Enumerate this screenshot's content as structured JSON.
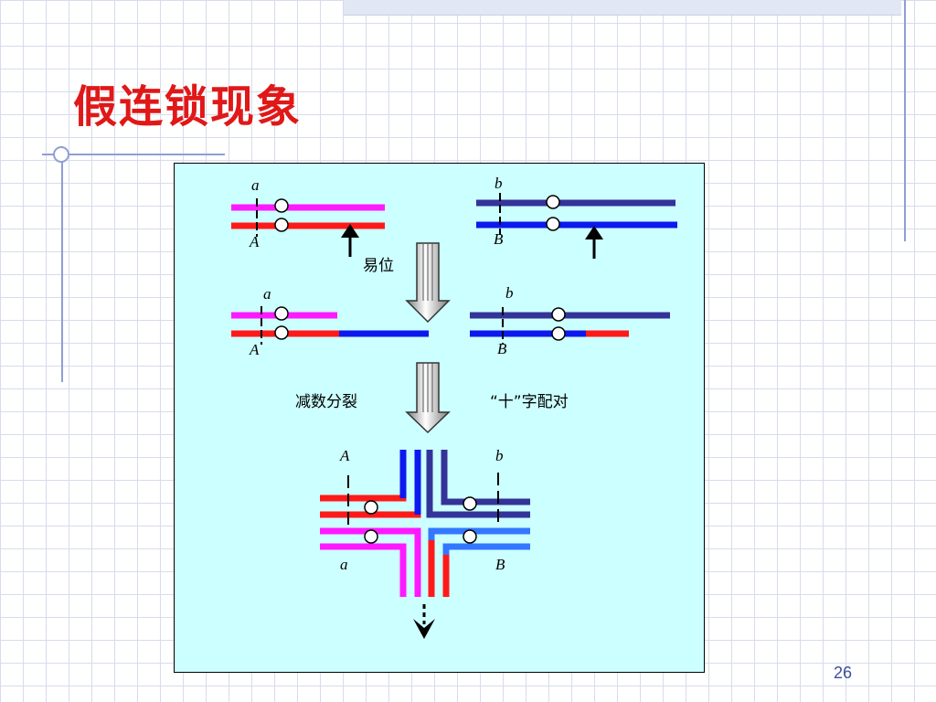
{
  "slide": {
    "title": "假连锁现象",
    "page_number": "26"
  },
  "diagram": {
    "labels": {
      "top_left_a": "a",
      "top_left_A": "A",
      "top_right_b": "b",
      "top_right_B": "B",
      "translocation": "易位",
      "mid_left_a": "a",
      "mid_left_A": "A",
      "mid_right_b": "b",
      "mid_right_B": "B",
      "meiosis": "减数分裂",
      "cross_pairing": "“十”字配对",
      "cross_A": "A",
      "cross_b": "b",
      "cross_a": "a",
      "cross_B": "B"
    },
    "colors": {
      "magenta": "#ff19ff",
      "red": "#ff1a1a",
      "dark_blue": "#333399",
      "blue": "#0d18ee",
      "light_blue": "#3377ff",
      "panel_background": "#ccffff"
    }
  }
}
